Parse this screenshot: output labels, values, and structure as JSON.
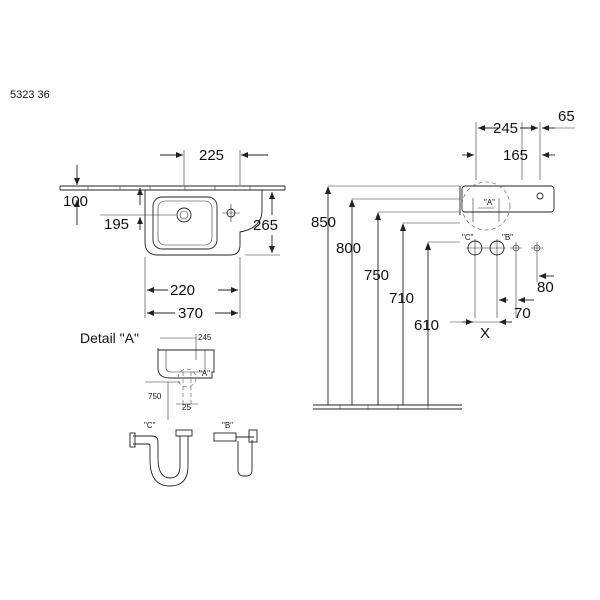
{
  "product_code": "5323 36",
  "top_view": {
    "dim_width_total": "225",
    "dim_left_offset": "100",
    "dim_depth_inner": "195",
    "dim_depth_right": "265",
    "dim_bowl_width": "220",
    "dim_overall_width": "370"
  },
  "side_view": {
    "dim_depth_245": "245",
    "dim_depth_65": "65",
    "dim_depth_165": "165",
    "height_850": "850",
    "height_800": "800",
    "height_750": "750",
    "height_710": "710",
    "height_610": "610",
    "offset_80": "80",
    "offset_70": "70",
    "marker_x": "X",
    "label_c": "\"C\"",
    "label_b": "\"B\"",
    "label_a": "\"A\""
  },
  "detail": {
    "title": "Detail \"A\"",
    "dim_245": "245",
    "dim_750": "750",
    "dim_25": "25",
    "label_a": "\"A\"",
    "trap_c_label": "\"C\"",
    "trap_b_label": "\"B\""
  }
}
